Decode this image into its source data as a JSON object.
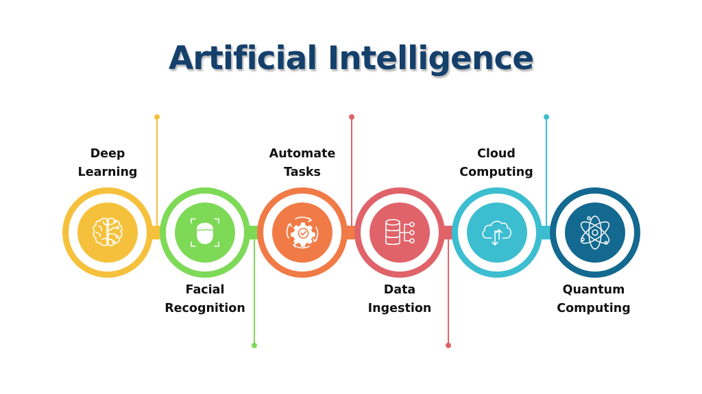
{
  "title": "Artificial Intelligence",
  "colors": {
    "title": "#14406b",
    "yellow": "#f5c13c",
    "green": "#7ed957",
    "orange": "#f07b47",
    "red": "#e0636a",
    "cyan": "#3dbdd0",
    "blue": "#13698f"
  },
  "steps": [
    {
      "label_line1": "Deep",
      "label_line2": "Learning",
      "icon": "brain-circuit-icon",
      "position": "top",
      "color": "#f5c13c"
    },
    {
      "label_line1": "Facial",
      "label_line2": "Recognition",
      "icon": "face-scan-icon",
      "position": "bottom",
      "color": "#7ed957"
    },
    {
      "label_line1": "Automate",
      "label_line2": "Tasks",
      "icon": "gear-check-icon",
      "position": "top",
      "color": "#f07b47"
    },
    {
      "label_line1": "Data",
      "label_line2": "Ingestion",
      "icon": "database-network-icon",
      "position": "bottom",
      "color": "#e0636a"
    },
    {
      "label_line1": "Cloud",
      "label_line2": "Computing",
      "icon": "cloud-sync-icon",
      "position": "top",
      "color": "#3dbdd0"
    },
    {
      "label_line1": "Quantum",
      "label_line2": "Computing",
      "icon": "atom-icon",
      "position": "bottom",
      "color": "#13698f"
    }
  ]
}
